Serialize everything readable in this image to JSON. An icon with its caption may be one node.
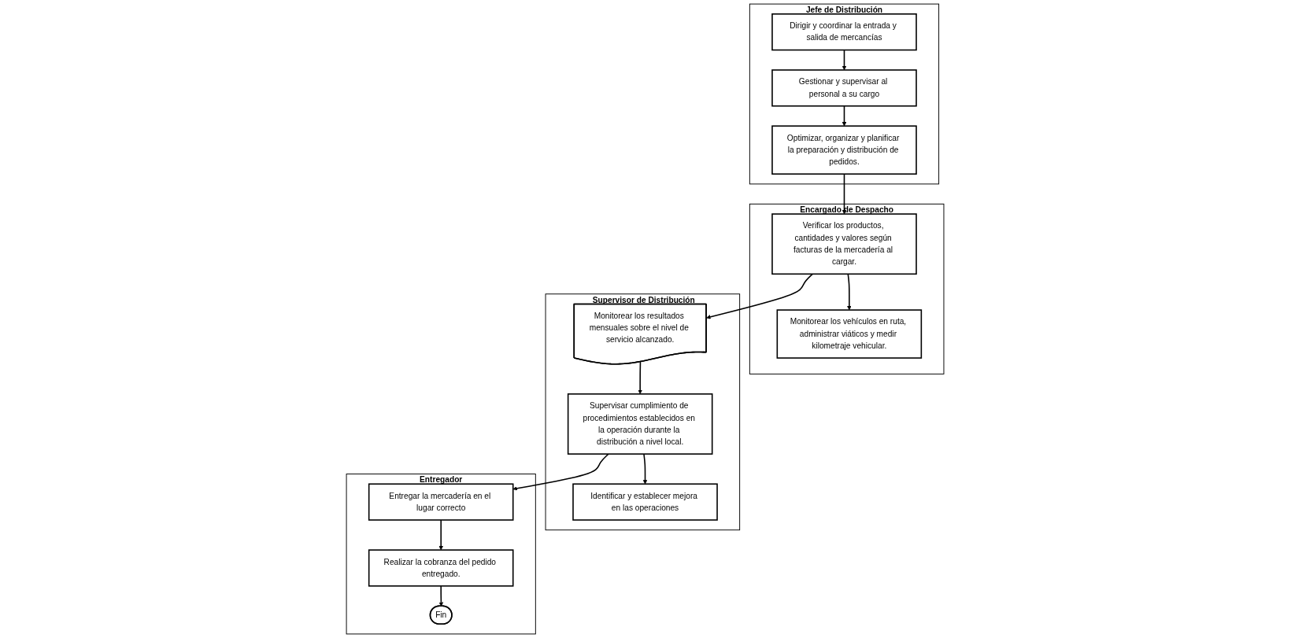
{
  "diagram": {
    "nodes": [
      {
        "text": [
          "Jefe de Distribución"
        ]
      },
      {
        "text": [
          "Dirigir y coordinar la entrada y salida de mercancías"
        ],
        "in": 0
      },
      {
        "text": [
          "Gestionar y supervisar al personal a su cargo"
        ],
        "in": 0
      },
      {
        "text": [
          "Optimizar, organizar y planificar la preparación y distribución de pedidos."
        ],
        "in": 0
      },
      {
        "text": [
          "Encargado de Despacho"
        ]
      },
      {
        "text": [
          "Verificar los productos, cantidades y valores según facturas de la mercadería al cargar."
        ],
        "in": 4
      },
      {
        "text": [
          "Monitorear los vehículos en ruta, administrar viáticos y medir kilometraje vehicular."
        ],
        "in": 4
      },
      {
        "text": [
          "Supervisor de Distribución"
        ]
      },
      {
        "text": [
          "Monitorear los resultados mensuales sobre el nivel de servicio alcanzado."
        ],
        "in": 7
      },
      {
        "text": [
          "Supervisar cumplimiento de procedimientos establecidos en la operación durante la distribución a nivel local."
        ],
        "in": 7
      },
      {
        "text": [
          "Identificar y establecer mejora en las operaciones"
        ],
        "in": 7
      },
      {
        "text": [
          "Entregador"
        ]
      },
      {
        "text": [
          "Entregar la mercadería en el lugar correcto"
        ],
        "in": 11
      },
      {
        "text": [
          "Realizar la cobranza del pedido entregado."
        ],
        "in": 11
      },
      {
        "text": [
          "Fin"
        ],
        "in": 11
      }
    ],
    "edges": [
      {
        "from": 1,
        "to": 2,
        "arrow": "to"
      },
      {
        "from": 2,
        "to": 3,
        "arrow": "to"
      },
      {
        "from": 3,
        "to": 5,
        "arrow": "to"
      },
      {
        "from": 5,
        "to": 6,
        "arrow": "to"
      },
      {
        "from": 5,
        "to": 8,
        "arrow": "to"
      },
      {
        "from": 8,
        "to": 9,
        "arrow": "to"
      },
      {
        "from": 9,
        "to": 10,
        "arrow": "to"
      },
      {
        "from": 9,
        "to": 12,
        "arrow": "to"
      },
      {
        "from": 12,
        "to": 13,
        "arrow": "to"
      },
      {
        "from": 13,
        "to": 14,
        "arrow": "to"
      }
    ]
  }
}
